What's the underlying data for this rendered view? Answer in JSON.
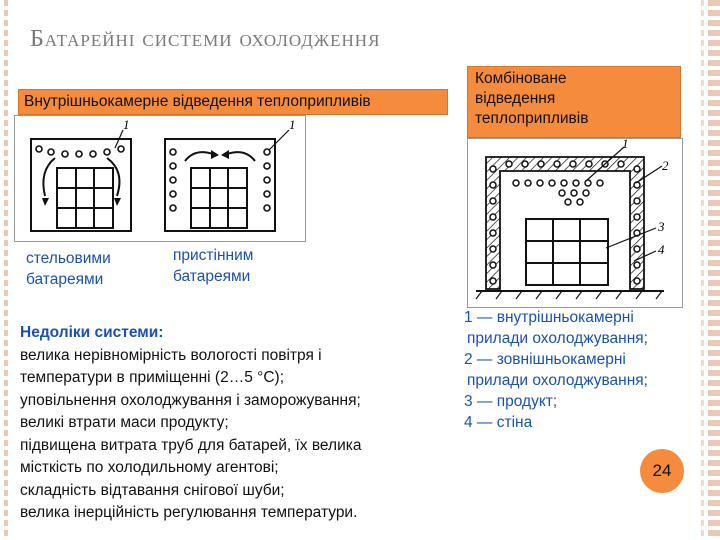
{
  "slide": {
    "title": "Батарейні системи охолодження",
    "page_number": "24"
  },
  "inner_heading": "Внутрішньокамерне  відведення теплоприпливів",
  "combined_heading": [
    "Комбіноване",
    "відведення",
    "теплоприпливів"
  ],
  "diagram_left": {
    "callout_a": "1",
    "callout_b": "1",
    "caption_ceiling": [
      "стельовими",
      "батареями"
    ],
    "caption_wall": [
      "пристінним",
      "батареями"
    ]
  },
  "diagram_right": {
    "callouts": [
      "1",
      "2",
      "3",
      "4"
    ]
  },
  "legend": [
    [
      "1 — внутрішньокамерні",
      " прилади охолоджування;"
    ],
    [
      "2 — зовнішньокамерні",
      " прилади охолоджування;"
    ],
    [
      "3 — продукт;"
    ],
    [
      "4 — стіна"
    ]
  ],
  "drawbacks": {
    "heading": "Недоліки системи:",
    "lines": [
      "велика нерівномірність вологості повітря і",
      "температури в приміщенні (2…5 °С);",
      "уповільнення охолоджування і заморожування;",
      "великі втрати маси продукту;",
      "підвищена витрата труб для батарей, їх велика",
      "місткість по холодильному агентові;",
      "складність відтавання снігової шуби;",
      "велика інерційність регулювання температури."
    ]
  },
  "colors": {
    "accent": "#f58b3c",
    "caption_text": "#1a4fb8",
    "title_text": "#7a7a7a"
  }
}
